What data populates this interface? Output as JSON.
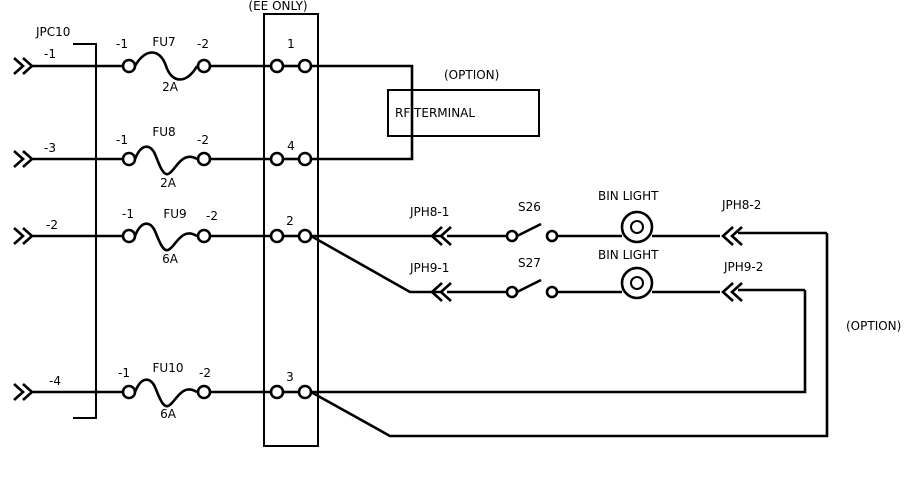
{
  "header": {
    "ee_only": "(EE ONLY)"
  },
  "connector": {
    "name": "JPC10",
    "pins": [
      "-1",
      "-3",
      "-2",
      "-4"
    ]
  },
  "fuses": [
    {
      "name": "FU7",
      "pin_in": "-1",
      "pin_out": "-2",
      "rating": "2A"
    },
    {
      "name": "FU8",
      "pin_in": "-1",
      "pin_out": "-2",
      "rating": "2A"
    },
    {
      "name": "FU9",
      "pin_in": "-1",
      "pin_out": "-2",
      "rating": "6A"
    },
    {
      "name": "FU10",
      "pin_in": "-1",
      "pin_out": "-2",
      "rating": "6A"
    }
  ],
  "terminals": [
    "1",
    "4",
    "2",
    "3"
  ],
  "rf": {
    "option": "(OPTION)",
    "label": "RF TERMINAL"
  },
  "bin_lights": [
    {
      "left_connector": "JPH8-1",
      "switch": "S26",
      "label": "BIN LIGHT",
      "right_connector": "JPH8-2"
    },
    {
      "left_connector": "JPH9-1",
      "switch": "S27",
      "label": "BIN LIGHT",
      "right_connector": "JPH9-2"
    }
  ],
  "right_option": "(OPTION)"
}
